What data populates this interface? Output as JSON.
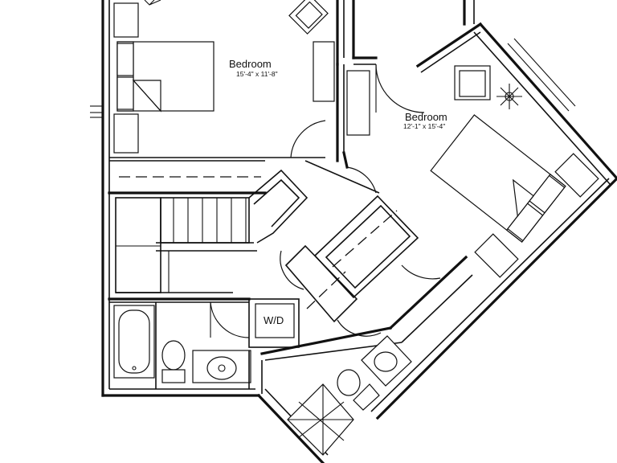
{
  "rooms": [
    {
      "name": "Bedroom",
      "dims": "15'-4\" x 11'-8\""
    },
    {
      "name": "Bedroom",
      "dims": "12'-1\" x 15'-4\""
    }
  ],
  "appliances": {
    "washer_dryer": "W/D"
  }
}
